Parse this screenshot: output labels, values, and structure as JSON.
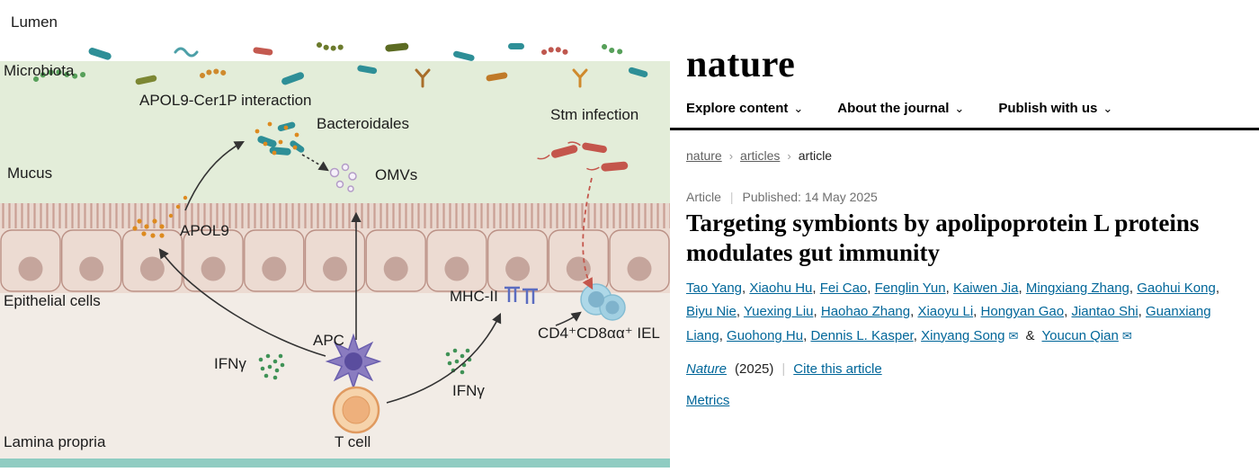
{
  "figure": {
    "region_labels": {
      "lumen": "Lumen",
      "microbiota": "Microbiota",
      "mucus": "Mucus",
      "epithelial_cells": "Epithelial cells",
      "lamina_propria": "Lamina propria"
    },
    "annotations": {
      "apol9_cer1p": "APOL9-Cer1P interaction",
      "bacteroidales": "Bacteroidales",
      "stm_infection": "Stm infection",
      "omvs": "OMVs",
      "apol9": "APOL9",
      "mhc_ii": "MHC-II",
      "iel": "CD4⁺CD8αα⁺ IEL",
      "apc": "APC",
      "ifng_left": "IFNγ",
      "ifng_right": "IFNγ",
      "t_cell": "T cell"
    }
  },
  "site": {
    "logo": "nature",
    "nav": [
      {
        "label": "Explore content"
      },
      {
        "label": "About the journal"
      },
      {
        "label": "Publish with us"
      }
    ]
  },
  "icons": {
    "chevron_down": "⌄",
    "breadcrumb_separator": "›",
    "email": "✉"
  },
  "breadcrumb": {
    "items": [
      {
        "label": "nature"
      },
      {
        "label": "articles"
      },
      {
        "label": "article"
      }
    ]
  },
  "article": {
    "type_label": "Article",
    "published": "Published: 14 May 2025",
    "title": "Targeting symbionts by apolipoprotein L proteins modulates gut immunity",
    "authors": [
      "Tao Yang",
      "Xiaohu Hu",
      "Fei Cao",
      "Fenglin Yun",
      "Kaiwen Jia",
      "Mingxiang Zhang",
      "Gaohui Kong",
      "Biyu Nie",
      "Yuexing Liu",
      "Haohao Zhang",
      "Xiaoyu Li",
      "Hongyan Gao",
      "Jiantao Shi",
      "Guanxiang Liang",
      "Guohong Hu",
      "Dennis L. Kasper",
      "Xinyang Song",
      "Youcun Qian"
    ],
    "joiner": "&",
    "journal": "Nature",
    "year": "(2025)",
    "divider": "|",
    "cite_link": "Cite this article",
    "metrics_link": "Metrics"
  },
  "colors": {
    "link_blue": "#006699",
    "rule_black": "#000000",
    "muted_text": "#6f6f6f",
    "mucus_green": "#e3edd9",
    "epithelium_pink": "#ecdbd2",
    "lamina_beige": "#f2ece6",
    "stm_red": "#c4564c",
    "bacteroidales_teal": "#2e8f97",
    "apol9_orange": "#dd8a1f",
    "apc_purple": "#8a7cc0",
    "tcell_orange": "#f6d3ab",
    "iel_blue": "#aed8e8"
  }
}
